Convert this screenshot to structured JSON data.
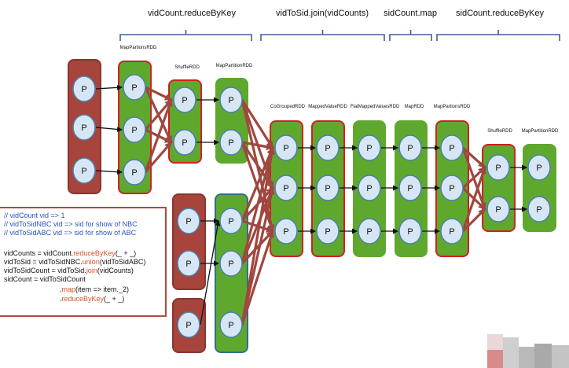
{
  "diagram": {
    "stage_labels": [
      "vidCount.reduceByKey",
      "vidToSid.join(vidCounts)",
      "sidCount.map",
      "sidCount.reduceByKey"
    ],
    "rdd_labels": [
      "MapPartionsRDD",
      "ShuffleRDD",
      "MapPartitionRDD",
      "CoGroupedRDD",
      "MappedValueRDD",
      "FlatMappedValuesRDD",
      "MapRDD",
      "MapPartionsRDD",
      "ShuffleRDD",
      "MapPartitionRDD"
    ],
    "partition_label": "P",
    "colors": {
      "red_rdd": "#a7443c",
      "green_rdd": "#5fa82e",
      "red_border": "#d21f1f",
      "blue_border": "#2f6f8f",
      "partition_fill": "#d7e6f4",
      "partition_stroke": "#4a7fae",
      "shuffle_arrow": "#a0473f",
      "brace": "#3e5ea0"
    }
  },
  "code": {
    "comment_1": "// vidCount vid => 1",
    "comment_2": "// vidToSidNBC vid => sid for show of NBC",
    "comment_3": "// vidToSidABC vid => sid for show of ABC",
    "line_1_pre": "vidCounts = vidCount.",
    "line_1_fn": "reduceByKey",
    "line_1_post": "(_ + _)",
    "line_2_pre": "vidToSid = vidToSidNBC.",
    "line_2_fn": "union",
    "line_2_post": "(vidToSidABC)",
    "line_3_pre": "vidToSidCount = vidToSid.",
    "line_3_fn": "join",
    "line_3_post": "(vidCounts)",
    "line_4": "sidCount = vidToSidCount",
    "line_5_pre": ".",
    "line_5_fn": "map",
    "line_5_post": "(item => item._2)",
    "line_6_pre": ".",
    "line_6_fn": "reduceByKey",
    "line_6_post": "(_ + _)"
  }
}
